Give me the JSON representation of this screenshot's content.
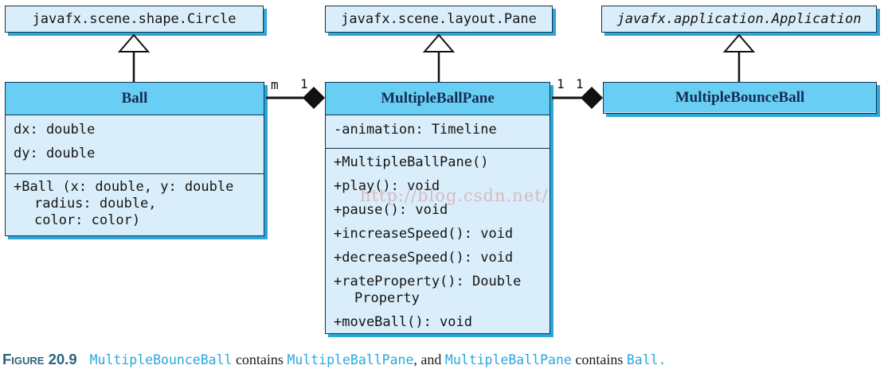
{
  "colors": {
    "header_bg": "#69CEF4",
    "body_bg": "#D9EEFA",
    "shadow_blue": "#2CA6D8",
    "border_dark": "#143247",
    "title_navy": "#152c52",
    "caption_code_blue": "#2AA7DF",
    "figure_label_blue": "#2b647e",
    "watermark_pink": "#d98f8f"
  },
  "diagram": {
    "parents": [
      {
        "label": "javafx.scene.shape.Circle"
      },
      {
        "label": "javafx.scene.layout.Pane"
      },
      {
        "label": "javafx.application.Application"
      }
    ],
    "classes": [
      {
        "name": "Ball",
        "attributes": [
          "dx: double",
          "dy: double"
        ],
        "method_lines": [
          "+Ball (x: double, y: double",
          "radius: double,",
          "color: color)"
        ]
      },
      {
        "name": "MultipleBallPane",
        "attributes": [
          "-animation: Timeline"
        ],
        "method_lines": [
          "+MultipleBallPane()",
          "+play(): void",
          "+pause(): void",
          "+increaseSpeed(): void",
          "+decreaseSpeed(): void",
          "+rateProperty(): Double",
          "Property",
          "+moveBall(): void"
        ]
      },
      {
        "name": "MultipleBounceBall"
      }
    ],
    "multiplicities": {
      "assoc1_left": "m",
      "assoc1_right": "1",
      "assoc2_left": "1",
      "assoc2_right": "1"
    },
    "watermark": "http://blog.csdn.net/"
  },
  "caption": {
    "figure_label": "Figure 20.9",
    "segments": [
      {
        "text": "MultipleBounceBall"
      },
      {
        "text": " contains "
      },
      {
        "text": "MultipleBallPane"
      },
      {
        "text": ", and "
      },
      {
        "text": "MultipleBallPane"
      },
      {
        "text": " contains "
      },
      {
        "text": "Ball."
      }
    ]
  }
}
